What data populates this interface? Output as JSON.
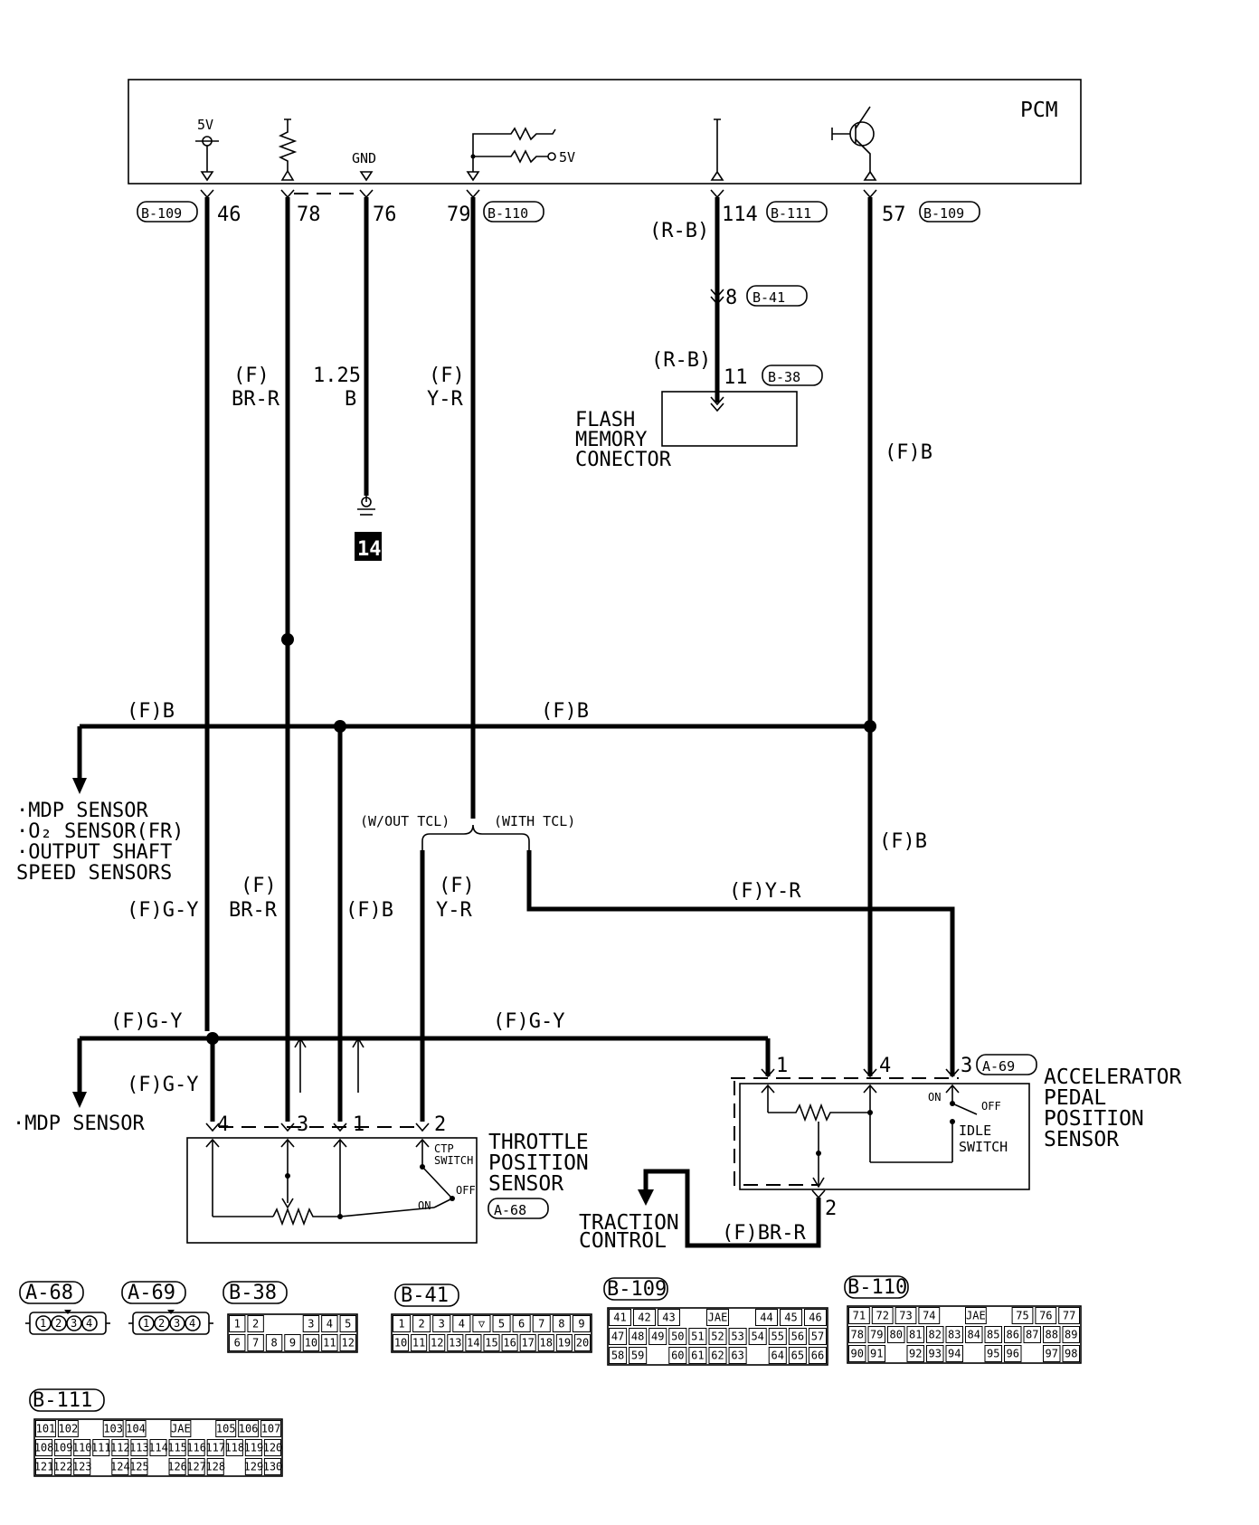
{
  "pcm": {
    "title": "PCM",
    "label_5v": "5V",
    "label_gnd": "GND",
    "label_5v_pullup": "5V"
  },
  "pins": {
    "p46": "46",
    "p78": "78",
    "p76": "76",
    "p79": "79",
    "p114": "114",
    "p57": "57",
    "p8": "8",
    "p11": "11",
    "tps": [
      "4",
      "3",
      "1",
      "2"
    ],
    "apps": [
      "1",
      "4",
      "3",
      "2"
    ]
  },
  "connectors": {
    "b109": "B-109",
    "b110": "B-110",
    "b111": "B-111",
    "b41": "B-41",
    "b38": "B-38",
    "a68": "A-68",
    "a69": "A-69"
  },
  "wires": {
    "rb1": "(R-B)",
    "rb2": "(R-B)",
    "f_brr_1a": "(F)",
    "f_brr_1b": "BR-R",
    "gnd_1": "1.25",
    "gnd_2": "B",
    "f_yr_1a": "(F)",
    "f_yr_1b": "Y-R",
    "fb_right_1": "(F)B",
    "fb_left": "(F)B",
    "fb_mid": "(F)B",
    "fb_right_2": "(F)B",
    "w_out_tcl": "(W/OUT TCL)",
    "with_tcl": "(WITH TCL)",
    "fgy_1": "(F)G-Y",
    "f_brr_2a": "(F)",
    "f_brr_2b": "BR-R",
    "fb_3": "(F)B",
    "f_yr_2a": "(F)",
    "f_yr_2b": "Y-R",
    "fyr_3": "(F)Y-R",
    "fgy_2": "(F)G-Y",
    "fgy_3": "(F)G-Y",
    "fgy_4": "(F)G-Y",
    "f_brr_3": "(F)BR-R"
  },
  "ground_number": "14",
  "flash": [
    "FLASH",
    "MEMORY",
    "CONECTOR"
  ],
  "sensors_list": [
    "·MDP SENSOR",
    "·O₂ SENSOR(FR)",
    "·OUTPUT SHAFT",
    " SPEED SENSORS"
  ],
  "mdp_sensor": "·MDP SENSOR",
  "tps": {
    "lines": [
      "THROTTLE",
      "POSITION",
      "SENSOR"
    ],
    "ctp": [
      "CTP",
      "SWITCH"
    ],
    "on": "ON",
    "off": "OFF"
  },
  "apps": {
    "lines": [
      "ACCELERATOR",
      "PEDAL",
      "POSITION",
      "SENSOR"
    ],
    "idle": [
      "IDLE",
      "SWITCH"
    ],
    "on": "ON",
    "off": "OFF"
  },
  "traction": [
    "TRACTION",
    "CONTROL"
  ],
  "jae": "JAE",
  "faces": {
    "a68": [
      "1",
      "2",
      "3",
      "4"
    ],
    "a69": [
      "1",
      "2",
      "3",
      "4"
    ],
    "b38": [
      [
        "1",
        "2",
        "",
        "",
        "3",
        "4",
        "5"
      ],
      [
        "6",
        "7",
        "8",
        "9",
        "10",
        "11",
        "12"
      ]
    ],
    "b41": [
      [
        "1",
        "2",
        "3",
        "4",
        "▽",
        "5",
        "6",
        "7",
        "8",
        "9"
      ],
      [
        "10",
        "11",
        "12",
        "13",
        "14",
        "15",
        "16",
        "17",
        "18",
        "19",
        "20"
      ]
    ],
    "b109": [
      [
        "41",
        "42",
        "43",
        "",
        "JAE",
        "",
        "44",
        "45",
        "46"
      ],
      [
        "47",
        "48",
        "49",
        "50",
        "51",
        "52",
        "53",
        "54",
        "55",
        "56",
        "57"
      ],
      [
        "58",
        "59",
        "",
        "60",
        "61",
        "62",
        "63",
        "",
        "64",
        "65",
        "66"
      ]
    ],
    "b110": [
      [
        "71",
        "72",
        "73",
        "74",
        "",
        "JAE",
        "",
        "75",
        "76",
        "77"
      ],
      [
        "78",
        "79",
        "80",
        "81",
        "82",
        "83",
        "84",
        "85",
        "86",
        "87",
        "88",
        "89"
      ],
      [
        "90",
        "91",
        "",
        "92",
        "93",
        "94",
        "",
        "95",
        "96",
        "",
        "97",
        "98"
      ]
    ],
    "b111": [
      [
        "101",
        "102",
        "",
        "103",
        "104",
        "",
        "JAE",
        "",
        "105",
        "106",
        "107"
      ],
      [
        "108",
        "109",
        "110",
        "111",
        "112",
        "113",
        "114",
        "115",
        "116",
        "117",
        "118",
        "119",
        "120"
      ],
      [
        "121",
        "122",
        "123",
        "",
        "124",
        "125",
        "",
        "126",
        "127",
        "128",
        "",
        "129",
        "130"
      ]
    ]
  }
}
